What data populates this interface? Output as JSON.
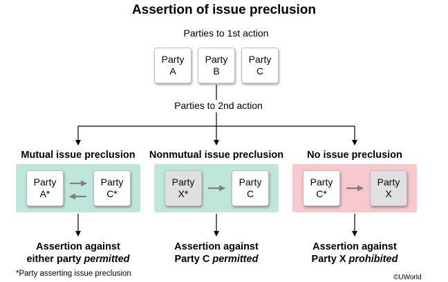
{
  "title": "Assertion of issue preclusion",
  "first_action": {
    "label": "Parties to 1st action",
    "parties": [
      {
        "line1": "Party",
        "line2": "A"
      },
      {
        "line1": "Party",
        "line2": "B"
      },
      {
        "line1": "Party",
        "line2": "C"
      }
    ]
  },
  "second_action_label": "Parties to 2nd action",
  "columns": [
    {
      "heading": "Mutual issue preclusion",
      "panel_color": "#bfe6da",
      "left_party": {
        "line1": "Party",
        "line2": "A*"
      },
      "right_party": {
        "line1": "Party",
        "line2": "C*"
      },
      "result_line1": "Assertion against",
      "result_line2_plain": "either party ",
      "result_line2_emph": "permitted"
    },
    {
      "heading": "Nonmutual issue preclusion",
      "panel_color": "#bfe6da",
      "left_party": {
        "line1": "Party",
        "line2": "X*"
      },
      "right_party": {
        "line1": "Party",
        "line2": "C"
      },
      "result_line1": "Assertion against",
      "result_line2_plain": "Party C ",
      "result_line2_emph": "permitted"
    },
    {
      "heading": "No issue preclusion",
      "panel_color": "#f7c9cd",
      "left_party": {
        "line1": "Party",
        "line2": "C*"
      },
      "right_party": {
        "line1": "Party",
        "line2": "X"
      },
      "result_line1": "Assertion against",
      "result_line2_plain": "Party X ",
      "result_line2_emph": "prohibited"
    }
  ],
  "footnote": "*Party asserting issue preclusion",
  "copyright": "©UWorld",
  "colors": {
    "panel_green": "#bfe6da",
    "panel_pink": "#f7c9cd",
    "party_grey": "#e0e0e0",
    "arrow_grey": "#7f7f7f"
  }
}
